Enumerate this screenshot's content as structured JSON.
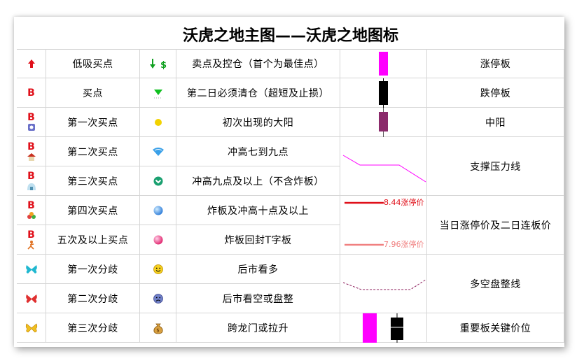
{
  "title": "沃虎之地主图——沃虎之地图标",
  "icon_rows": [
    {
      "icon": "red-up-arrow",
      "label": "低吸买点",
      "icon2": "green-down-arrow-s",
      "label2": "卖点及控仓（首个为最佳点）"
    },
    {
      "icon": "red-b",
      "label": "买点",
      "icon2": "green-triangle-down",
      "label2": "第二日必须清仓（超短及止损）"
    },
    {
      "icon": "red-b-cup",
      "label": "第一次买点",
      "icon2": "yellow-dot",
      "label2": "初次出现的大阳"
    },
    {
      "icon": "red-b-house",
      "label": "第二次买点",
      "icon2": "wifi-gem",
      "label2": "冲高七到九点"
    },
    {
      "icon": "red-b-igloo",
      "label": "第三次买点",
      "icon2": "green-chevron-ball",
      "label2": "冲高九点及以上（不含炸板）"
    },
    {
      "icon": "red-b-fruits",
      "label": "第四次买点",
      "icon2": "blue-ball",
      "label2": "炸板及冲高十点及以上"
    },
    {
      "icon": "red-b-runner",
      "label": "五次及以上买点",
      "icon2": "pink-gem",
      "label2": "炸板回封T字板"
    },
    {
      "icon": "cyan-butterfly",
      "label": "第一次分歧",
      "icon2": "smiley-face",
      "label2": "后市看多"
    },
    {
      "icon": "red-butterfly",
      "label": "第二次分歧",
      "icon2": "sad-face",
      "label2": "后市看空或盘整"
    },
    {
      "icon": "yellow-butterfly",
      "label": "第三次分歧",
      "icon2": "money-bag",
      "label2": "跨龙门或拉升"
    }
  ],
  "legend": [
    {
      "label": "涨停板",
      "color": "#ff00ff"
    },
    {
      "label": "跌停板",
      "color": "#000000"
    },
    {
      "label": "中阳",
      "color": "#8b2a6b"
    },
    {
      "label": "支撑压力线",
      "color": "#ff00ff"
    },
    {
      "label": "当日涨停价及二日连板价",
      "price1": "8.44涨停价",
      "price2": "7.96涨停价",
      "color1": "#e0101a",
      "color2": "#f08080"
    },
    {
      "label": "多空盘整线",
      "color": "#8b1a5a"
    },
    {
      "label": "重要板关键价位",
      "color1": "#ff00ff",
      "color2": "#000000"
    }
  ]
}
